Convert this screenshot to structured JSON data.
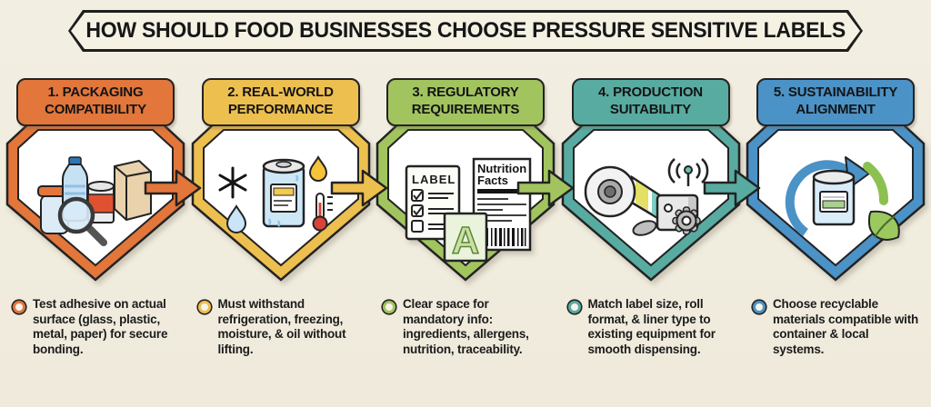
{
  "title": "HOW SHOULD FOOD BUSINESSES CHOOSE PRESSURE SENSITIVE LABELS",
  "background_color": "#F0ECDE",
  "banner": {
    "fill": "#F5F2E4",
    "border": "#1E1E1E"
  },
  "steps": [
    {
      "header_line1": "1. PACKAGING",
      "header_line2": "COMPATIBILITY",
      "color": "#E2763B",
      "icon": "packaging-containers-icon",
      "bullet": "Test adhesive on actual surface (glass, plastic, metal, paper) for secure bonding."
    },
    {
      "header_line1": "2. REAL-WORLD",
      "header_line2": "PERFORMANCE",
      "color": "#EDBF4F",
      "icon": "cold-moisture-can-icon",
      "bullet": "Must withstand refrigeration, freezing, moisture, & oil without lifting."
    },
    {
      "header_line1": "3. REGULATORY",
      "header_line2": "REQUIREMENTS",
      "color": "#A2C45F",
      "icon": "label-documents-icon",
      "bullet": "Clear space for mandatory info: ingredients, allergens, nutrition, traceability.",
      "icon_texts": {
        "doc_title": "LABEL",
        "panel_line1": "Nutrition",
        "panel_line2": "Facts",
        "letter": "A"
      }
    },
    {
      "header_line1": "4. PRODUCTION",
      "header_line2": "SUITABILITY",
      "color": "#58ABA0",
      "icon": "label-roll-machine-icon",
      "bullet": "Match label size, roll format, & liner type to existing equipment for smooth dispensing."
    },
    {
      "header_line1": "5. SUSTAINABILITY",
      "header_line2": "ALIGNMENT",
      "color": "#4B92C7",
      "icon": "recycle-can-leaf-icon",
      "bullet": "Choose recyclable materials compatible with container & local systems."
    }
  ],
  "arrows": {
    "count": 4,
    "colors": [
      "#E2763B",
      "#EDBF4F",
      "#A2C45F",
      "#58ABA0"
    ]
  }
}
